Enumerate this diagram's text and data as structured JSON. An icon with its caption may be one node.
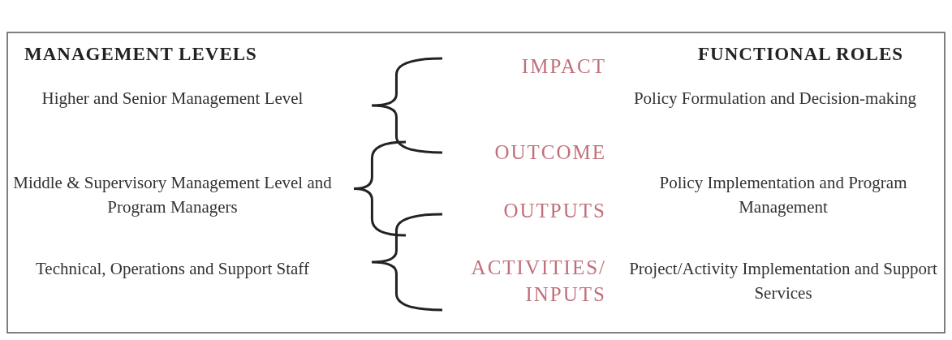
{
  "diagram": {
    "labels": [
      "MANAGEMENT LEVELS",
      "FUNCTIONAL ROLES",
      "IMPACT",
      "Higher and Senior Management Level",
      "Policy Formulation and Decision-making",
      "OUTCOME",
      "Middle & Supervisory Management Level and Program Managers",
      "OUTPUTS",
      "Policy Implementation and Program Management",
      "Technical, Operations and Support Staff",
      "ACTIVITIES/ INPUTS",
      "Project/Activity Implementation and Support Services"
    ]
  }
}
